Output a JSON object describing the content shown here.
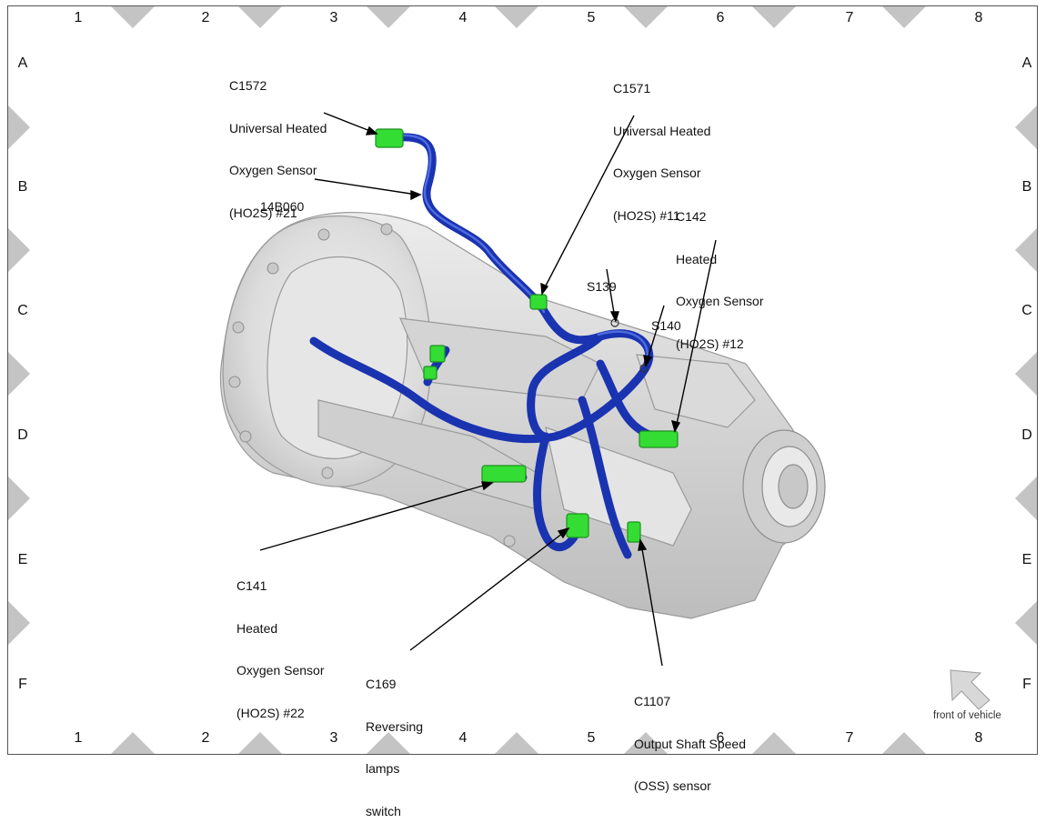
{
  "grid": {
    "columns": [
      "1",
      "2",
      "3",
      "4",
      "5",
      "6",
      "7",
      "8"
    ],
    "rows": [
      "A",
      "B",
      "C",
      "D",
      "E",
      "F"
    ]
  },
  "callouts": {
    "c1572": [
      "C1572",
      "Universal Heated",
      "Oxygen Sensor",
      "(HO2S) #21"
    ],
    "c1571": [
      "C1571",
      "Universal Heated",
      "Oxygen Sensor",
      "(HO2S) #11"
    ],
    "harness": [
      "14B060"
    ],
    "c142": [
      "C142",
      "Heated",
      "Oxygen Sensor",
      "(HO2S) #12"
    ],
    "s139": [
      "S139"
    ],
    "s140": [
      "S140"
    ],
    "c141": [
      "C141",
      "Heated",
      "Oxygen Sensor",
      "(HO2S) #22"
    ],
    "c169": [
      "C169",
      "Reversing",
      "lamps",
      "switch"
    ],
    "c1107": [
      "C1107",
      "Output Shaft Speed",
      "(OSS) sensor"
    ]
  },
  "orientation": {
    "label": "front of vehicle",
    "icon": "arrow-up-left-icon"
  },
  "colors": {
    "harness": "#1a33b0",
    "connector": "#33dd33",
    "housing": "#d8d8d8"
  }
}
